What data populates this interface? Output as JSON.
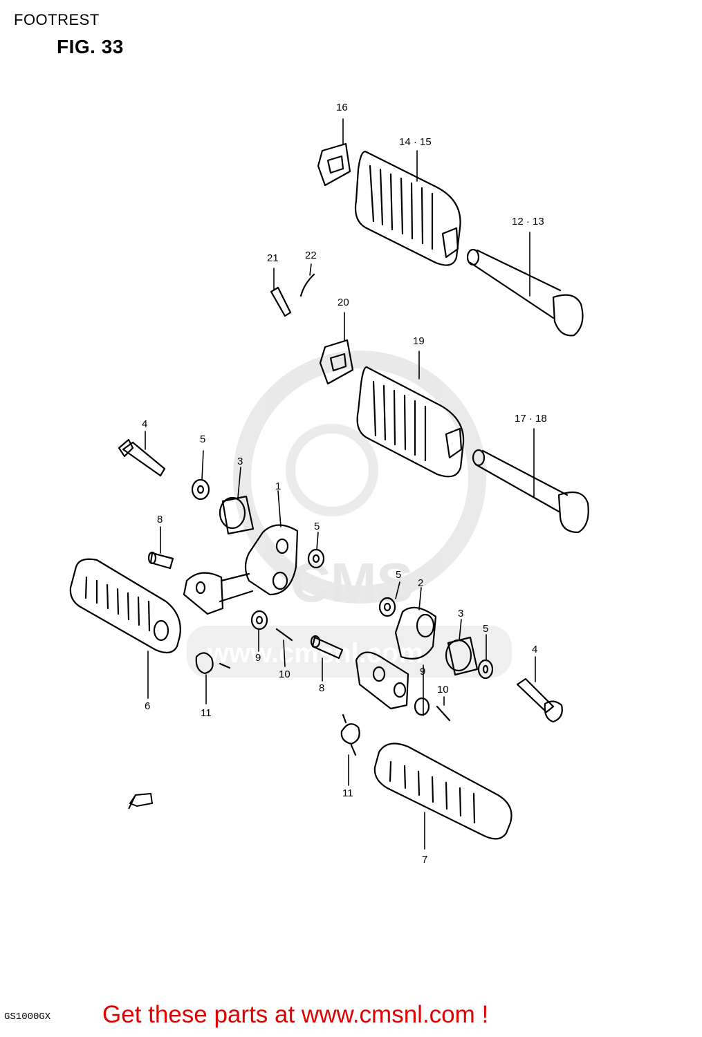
{
  "header": {
    "section": "FOOTREST",
    "figure": "FIG. 33"
  },
  "callouts": [
    "16",
    "14 · 15",
    "12 · 13",
    "21",
    "22",
    "20",
    "19",
    "17 · 18",
    "4",
    "5",
    "3",
    "1",
    "8",
    "5",
    "5",
    "2",
    "3",
    "5",
    "4",
    "9",
    "10",
    "9",
    "10",
    "8",
    "6",
    "11",
    "11",
    "7"
  ],
  "watermark": {
    "logo_text": "CMS",
    "url_text": "www.cmsnl.com"
  },
  "footer": {
    "model_code": "GS1000GX",
    "cta": "Get these parts at www.cmsnl.com !"
  },
  "colors": {
    "cta": "#e00000",
    "watermark": "#d8d8d8",
    "line": "#000000"
  }
}
